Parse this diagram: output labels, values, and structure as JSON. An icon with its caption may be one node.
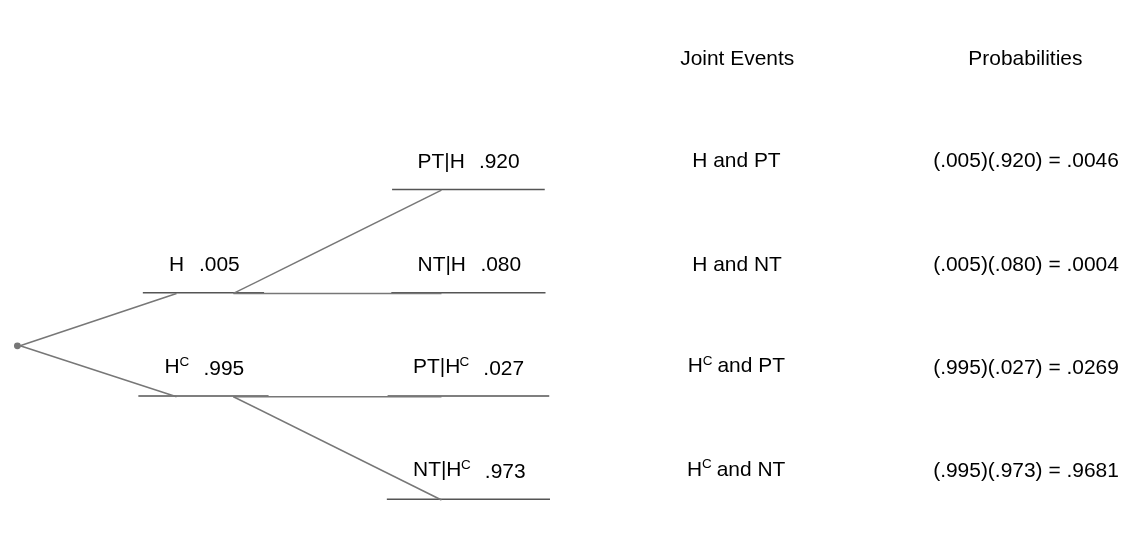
{
  "diagram": {
    "nodes": [
      {
        "text": [],
        "shape": "point"
      },
      {
        "text": [
          "H",
          ".005"
        ]
      },
      {
        "text": [
          "H$^{C}$",
          ".995"
        ]
      },
      {
        "text": [
          "PT|H",
          ".920"
        ]
      },
      {
        "text": [
          "NT|H",
          ".080"
        ]
      },
      {
        "text": [
          "PT|H$^{C}$",
          ".027"
        ]
      },
      {
        "text": [
          "NT|H$^{C}$",
          ".973"
        ]
      }
    ],
    "edges": [
      {
        "from": 0,
        "to": 1,
        "arrow": "none"
      },
      {
        "from": 0,
        "to": 2,
        "arrow": "none"
      },
      {
        "from": 1,
        "to": 3,
        "arrow": "none"
      },
      {
        "from": 1,
        "to": 4,
        "arrow": "none"
      },
      {
        "from": 2,
        "to": 5,
        "arrow": "none"
      },
      {
        "from": 2,
        "to": 6,
        "arrow": "none"
      }
    ],
    "labels": [
      "Joint Events",
      "Probabilities",
      "H and PT",
      "(.005)(.920) = .0046",
      "H and NT",
      "(.005)(.080) = .0004",
      "H$^{C}$ and PT",
      "(.995)(.027) = .0269",
      "H$^{C}$ and NT",
      "(.995)(.973) = .9681"
    ]
  }
}
